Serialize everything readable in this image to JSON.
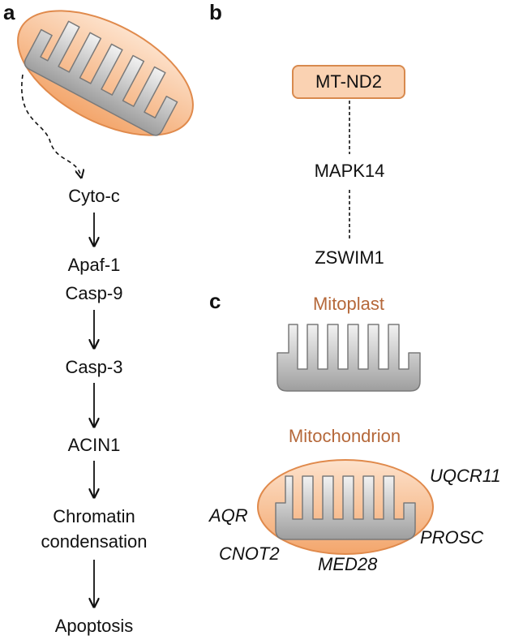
{
  "panels": {
    "a": "a",
    "b": "b",
    "c": "c"
  },
  "panel_a": {
    "steps": [
      "Cyto-c",
      "Apaf-1",
      "Casp-9",
      "Casp-3",
      "ACIN1",
      "Chromatin",
      "condensation",
      "Apoptosis"
    ]
  },
  "panel_b": {
    "box_label": "MT-ND2",
    "node_mid": "MAPK14",
    "node_bottom": "ZSWIM1"
  },
  "panel_c": {
    "mitoplast_label": "Mitoplast",
    "mitochondrion_label": "Mitochondrion",
    "genes": [
      "UQCR11",
      "AQR",
      "PROSC",
      "CNOT2",
      "MED28"
    ]
  },
  "colors": {
    "outer_membrane": "#f7b98a",
    "inner_membrane": "#c8c8c8",
    "label_brown": "#b5683a"
  }
}
